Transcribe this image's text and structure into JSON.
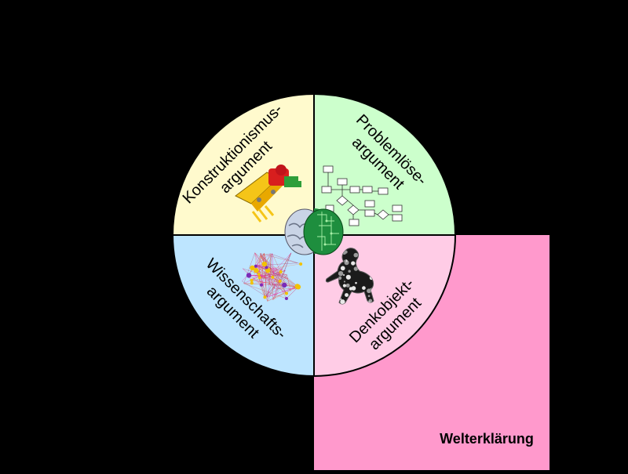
{
  "diagram": {
    "quadrants": {
      "top_left": {
        "lines": [
          "Konstruktionismus-",
          "argument"
        ],
        "color": "#FFFACD"
      },
      "top_right": {
        "lines": [
          "Problemlöse-",
          "argument"
        ],
        "color": "#CCFFCC"
      },
      "bottom_left": {
        "lines": [
          "Wissenschafts-",
          "argument"
        ],
        "color": "#BDE5FF"
      },
      "bottom_right": {
        "lines": [
          "Denkobjekt-",
          "argument"
        ],
        "color": "#FFCCE6"
      }
    },
    "box": {
      "label": "Welterklärung",
      "color": "#FF99CC"
    },
    "background": "#000000",
    "outline": "#000000",
    "icons": [
      "robot-icon",
      "flowchart-icon",
      "brain-icon",
      "network-graph-icon",
      "fractal-dog-icon"
    ]
  }
}
